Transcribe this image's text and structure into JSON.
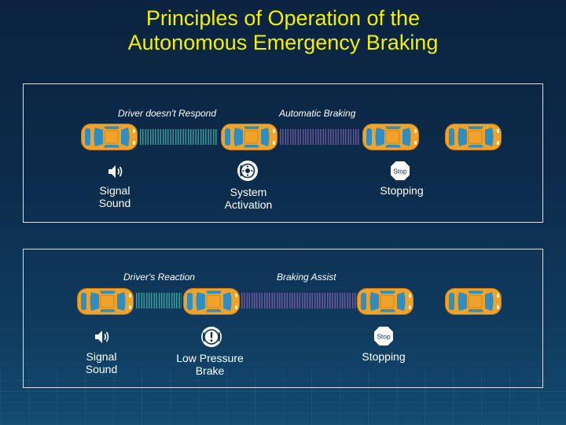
{
  "title": {
    "line1": "Principles of Operation of the",
    "line2": "Autonomous Emergency Braking"
  },
  "colors": {
    "title": "#f3f000",
    "car_body": "#f0a32a",
    "car_glass": "#2f8dc0",
    "transition_1": "#3fb1ab",
    "transition_2": "#7c5fa6",
    "panel_border": "#d8e2ee"
  },
  "panels": [
    {
      "phases": [
        "Driver doesn't Respond",
        "Automatic Braking"
      ],
      "steps": [
        {
          "icon": "speaker-icon",
          "lines": [
            "Signal",
            "Sound"
          ]
        },
        {
          "icon": "brake-disc-icon",
          "lines": [
            "System",
            "Activation"
          ]
        },
        {
          "icon": "stop-sign-icon",
          "sign_text": "Stop",
          "lines": [
            "Stopping"
          ]
        }
      ]
    },
    {
      "phases": [
        "Driver's Reaction",
        "Braking Assist"
      ],
      "steps": [
        {
          "icon": "speaker-icon",
          "lines": [
            "Signal",
            "Sound"
          ]
        },
        {
          "icon": "brake-warning-icon",
          "lines": [
            "Low Pressure",
            "Brake"
          ]
        },
        {
          "icon": "stop-sign-icon",
          "sign_text": "Stop",
          "lines": [
            "Stopping"
          ]
        }
      ]
    }
  ]
}
